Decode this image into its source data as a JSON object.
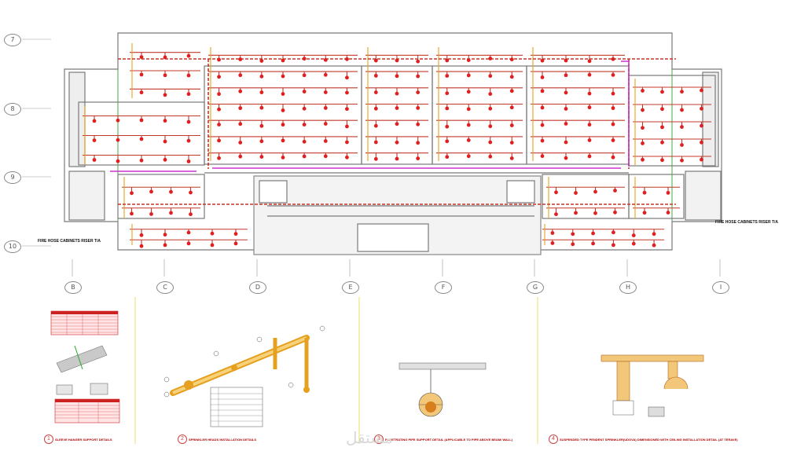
{
  "drawing": {
    "left_note": "FIRE HOSE CABINETS RISER T/A",
    "right_note": "FIRE HOSE CABINETS RISER T/A",
    "row_grid_labels": [
      "7",
      "8",
      "9",
      "10"
    ],
    "column_grid_labels": [
      "B",
      "C",
      "D",
      "E",
      "F",
      "G",
      "H",
      "I"
    ]
  },
  "details": [
    {
      "number": "1",
      "title": "SLEEVE HANGER SUPPORT DETAILS"
    },
    {
      "number": "2",
      "title": "SPRINKLER HEADS INSTALLATION DETAILS"
    },
    {
      "number": "3",
      "title": "PENETRATING PIPE SUPPORT DETAIL (APPLICABLE TO PIPE ABOVE BEAM/ WALL)"
    },
    {
      "number": "4",
      "title": "SUSPENDED TYPE PENDENT SPRINKLER(UDOVA) DIMENSIONED WITH CEILING INSTALLATION DETAIL (AT TERAVE)"
    }
  ],
  "watermark": "مستقل",
  "colors": {
    "background": "#ffffff",
    "wall": "#7a7a7a",
    "pipe": "#c0392b",
    "pipe_accent": "#e6a020",
    "sprinkler": "#e02020",
    "border": "#44aa44",
    "magenta": "#cc33cc",
    "detail_divider": "#f1d34a"
  }
}
